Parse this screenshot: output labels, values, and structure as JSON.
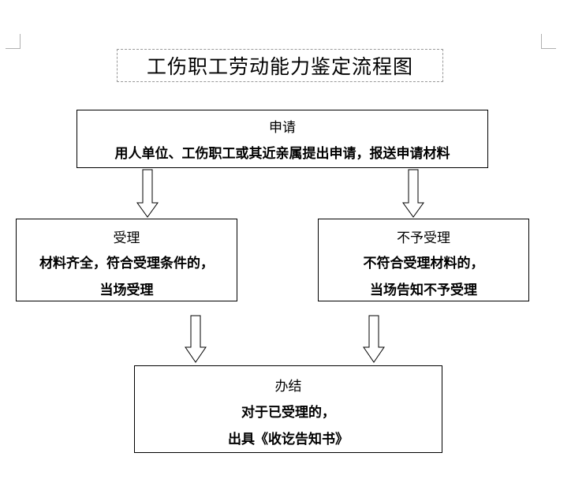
{
  "title": "工伤职工劳动能力鉴定流程图",
  "nodes": {
    "apply": {
      "heading": "申请",
      "line1": "用人单位、工伤职工或其近亲属提出申请，报送申请材料"
    },
    "accept": {
      "heading": "受理",
      "line1": "材料齐全，符合受理条件的，",
      "line2": "当场受理"
    },
    "reject": {
      "heading": "不予受理",
      "line1": "不符合受理材料的，",
      "line2": "当场告知不予受理"
    },
    "finish": {
      "heading": "办结",
      "line1": "对于已受理的，",
      "line2": "出具《收讫告知书》"
    }
  },
  "colors": {
    "border": "#000000",
    "title_border": "#9a9a9a"
  }
}
